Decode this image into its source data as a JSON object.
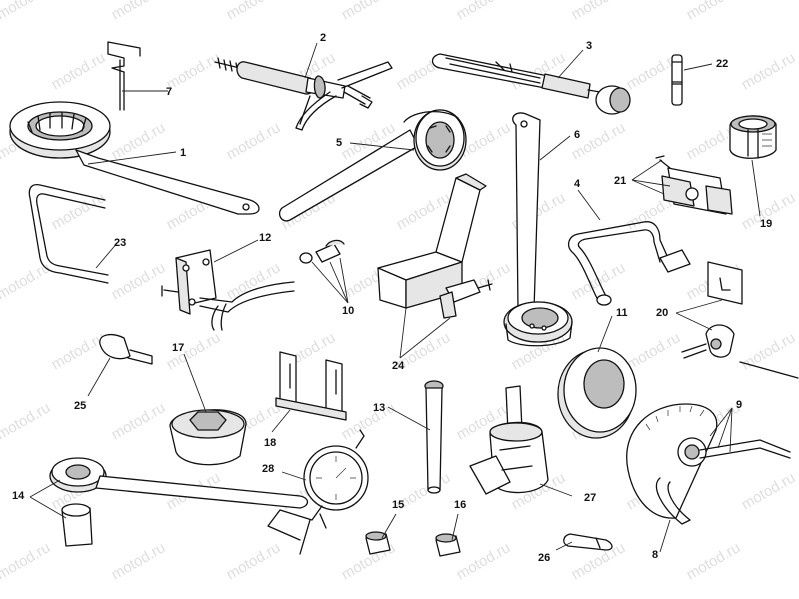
{
  "watermark": "motod.ru",
  "labels": {
    "l1": "1",
    "l2": "2",
    "l3": "3",
    "l4": "4",
    "l5": "5",
    "l6": "6",
    "l7": "7",
    "l8": "8",
    "l9": "9",
    "l10": "10",
    "l11": "11",
    "l12": "12",
    "l13": "13",
    "l14": "14",
    "l15": "15",
    "l16": "16",
    "l17": "17",
    "l18": "18",
    "l19": "19",
    "l20": "20",
    "l21": "21",
    "l22": "22",
    "l23": "23",
    "l24": "24",
    "l25": "25",
    "l26": "26",
    "l27": "27",
    "l28": "28"
  }
}
